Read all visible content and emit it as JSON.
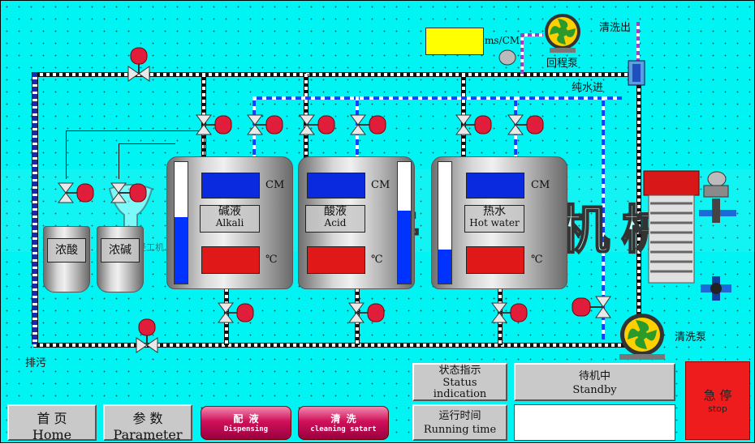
{
  "tanks": {
    "conc_acid": {
      "label": "浓酸"
    },
    "conc_alkali": {
      "label": "浓碱"
    },
    "alkali": {
      "label_cn": "碱液",
      "label_en": "Alkali",
      "level_pct": 55
    },
    "acid": {
      "label_cn": "酸液",
      "label_en": "Acid",
      "level_pct": 60
    },
    "hot_water": {
      "label_cn": "热水",
      "label_en": "Hot water",
      "level_pct": 28
    }
  },
  "units": {
    "cm": "CM",
    "celsius": "℃",
    "conductivity": "ms/CM"
  },
  "labels": {
    "return_pump": "回程泵",
    "cip_out": "清洗出",
    "pure_water_in": "纯水进",
    "cip_pump": "清洗泵",
    "drain": "排污"
  },
  "watermark": {
    "text": "合肥小牛轻工机械",
    "logo_text": "小牛轻工机"
  },
  "status": {
    "indicator_label_cn": "状态指示",
    "indicator_label_en": "Status",
    "indicator_label_en2": "indication",
    "value_cn": "待机中",
    "value_en": "Standby"
  },
  "runtime": {
    "label_cn": "运行时间",
    "label_en": "Running time",
    "value": ""
  },
  "buttons": {
    "home_cn": "首 页",
    "home_en": "Home",
    "param_cn": "参 数",
    "param_en": "Parameter",
    "dispense_cn": "配 液",
    "dispense_en": "Dispensing",
    "clean_cn": "清 洗",
    "clean_en": "cleaning satart",
    "stop_cn": "急 停",
    "stop_en": "stop"
  },
  "colors": {
    "background": "#00f4f4",
    "stop": "#ee1c1c",
    "display_blue": "#0a2ae0",
    "display_red": "#e01818",
    "conductivity_display": "#ffff00"
  }
}
